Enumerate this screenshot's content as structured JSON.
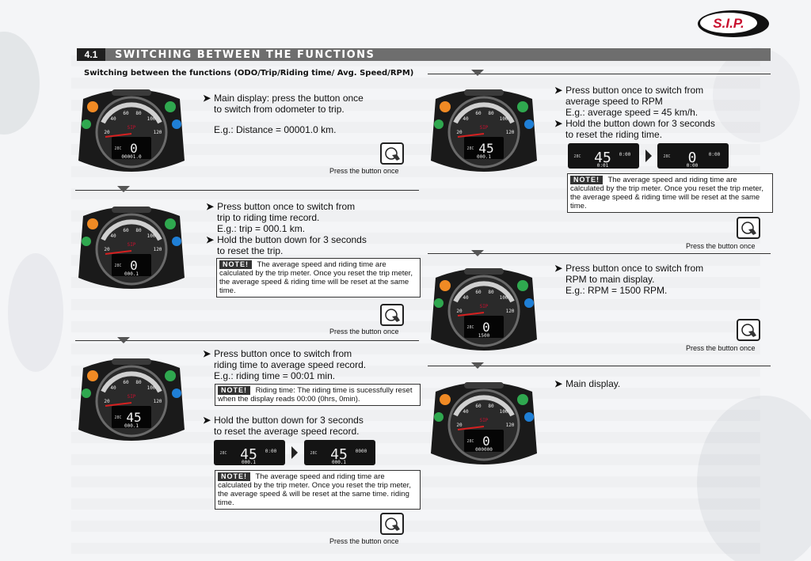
{
  "brand": {
    "logo_text": "S.I.P."
  },
  "section": {
    "number": "4.1",
    "title": "SWITCHING BETWEEN THE FUNCTIONS"
  },
  "subtitle": "Switching between the functions (ODO/Trip/Riding time/ Avg. Speed/RPM)",
  "press_label": "Press the button once",
  "note_tag": "NOTE!",
  "dial": {
    "ticks": [
      "20",
      "40",
      "60",
      "80",
      "100",
      "120"
    ],
    "logo": "SIP"
  },
  "steps": {
    "s1": {
      "l1": "Main display: press the button once",
      "l2": "to switch from odometer to trip.",
      "eg": "E.g.: Distance = 00001.0 km."
    },
    "s2": {
      "l1": "Press  button  once to switch from",
      "l2": "trip to riding time record.",
      "eg": "E.g.: trip = 000.1 km.",
      "hold1": "Hold the button down for 3 seconds",
      "hold2": "to reset the trip.",
      "note": "The average speed and riding time are calculated by the trip meter. Once you reset the trip meter, the average speed & riding time will be reset at the same time."
    },
    "s3": {
      "l1": "Press  button  once to switch from",
      "l2": "riding time to average speed record.",
      "eg": "E.g.: riding time = 00:01 min.",
      "note1": "Riding time: The riding time is sucessfully reset when the display reads 00:00 (0hrs, 0min).",
      "hold1": "Hold the button down for 3 seconds",
      "hold2": "to reset the average speed record.",
      "note2": "The average speed and riding time are calculated by the trip meter. Once you reset the trip meter, the average speed & will be reset at the same time. riding time."
    },
    "s4": {
      "l1": "Press  button once to switch from",
      "l2": "average speed to RPM",
      "eg": "E.g.: average speed = 45 km/h.",
      "hold1": "Hold the button down for 3 seconds",
      "hold2": "to reset the riding time.",
      "note": "The average speed and riding time are calculated by the trip meter. Once you reset the trip meter, the average speed & riding time will be reset at the same time."
    },
    "s5": {
      "l1": "Press  button once to switch from",
      "l2": "RPM to main display.",
      "eg": "E.g.: RPM = 1500 RPM."
    },
    "s6": {
      "l1": "Main display."
    }
  },
  "displays": {
    "d1": {
      "big": "0",
      "bottom": "00001.0",
      "temp": "28C"
    },
    "d2": {
      "big": "0",
      "bottom": "000.1",
      "temp": "28C"
    },
    "d3": {
      "big": "45",
      "bottom": "000.1",
      "temp": "28C"
    },
    "d4": {
      "big": "45",
      "bottom": "000.1",
      "temp": "28C"
    },
    "d5": {
      "big": "0",
      "bottom": "1500",
      "temp": "28C"
    },
    "d6": {
      "big": "0",
      "bottom": "000000",
      "temp": "28C"
    },
    "m1": {
      "big": "45",
      "small": "0:00",
      "bottom": "000.1",
      "temp": "28C"
    },
    "m2": {
      "big": "45",
      "small": "0000",
      "bottom": "000.1",
      "temp": "28C"
    },
    "m3": {
      "big": "45",
      "small": "0:00",
      "bottom": "0:01",
      "temp": "28C"
    },
    "m4": {
      "big": "0",
      "small": "0:00",
      "bottom": "0:00",
      "temp": "28C"
    }
  },
  "colors": {
    "header_bar": "#6e6e6e",
    "brand_red": "#c8102e",
    "lcd": "#141414",
    "green_icon": "#2fa84f",
    "orange_icon": "#f08a24",
    "blue_icon": "#1f7fd6",
    "needle": "#d62020"
  }
}
